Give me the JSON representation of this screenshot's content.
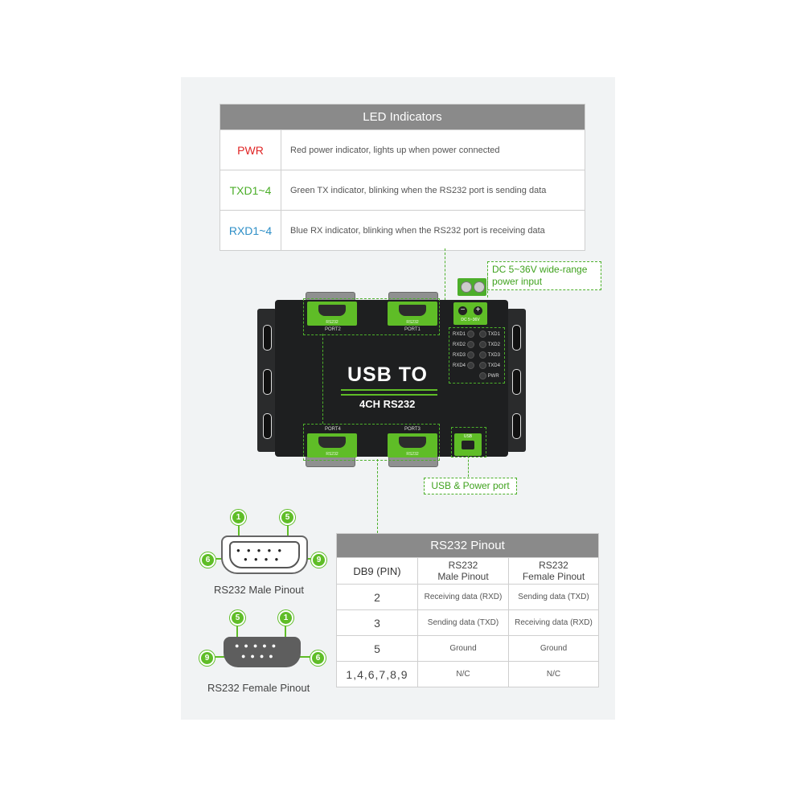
{
  "colors": {
    "pwr": "#e02424",
    "txd": "#4cae2a",
    "rxd": "#2e8fc7",
    "accent": "#5fbd27"
  },
  "led_table": {
    "title": "LED  Indicators",
    "rows": [
      {
        "key": "PWR",
        "desc": "Red power indicator, lights up when power connected"
      },
      {
        "key": "TXD1~4",
        "desc": "Green TX indicator, blinking when the RS232 port is sending data"
      },
      {
        "key": "RXD1~4",
        "desc": "Blue RX indicator, blinking when the RS232 port is receiving data"
      }
    ]
  },
  "device": {
    "title_main": "USB TO",
    "title_sub": "4CH RS232",
    "ports": {
      "p1": "PORT1",
      "p2": "PORT2",
      "p3": "PORT3",
      "p4": "PORT4",
      "connector": "RS232",
      "usb": "USB"
    },
    "power_label": "DC 5~36V",
    "leds_left": [
      "RXD1",
      "RXD2",
      "RXD3",
      "RXD4"
    ],
    "leds_right": [
      "TXD1",
      "TXD2",
      "TXD3",
      "TXD4",
      "PWR"
    ]
  },
  "callouts": {
    "power_line1": "DC 5~36V wide-range",
    "power_line2": "power input",
    "usb": "USB & Power port"
  },
  "pinouts": {
    "male": {
      "caption": "RS232 Male Pinout",
      "top_left": "1",
      "top_right": "5",
      "left": "6",
      "right": "9"
    },
    "female": {
      "caption": "RS232 Female Pinout",
      "top_left": "5",
      "top_right": "1",
      "left": "9",
      "right": "6"
    }
  },
  "pin_table": {
    "title": "RS232 Pinout",
    "headers": [
      "DB9 (PIN)",
      "RS232\nMale Pinout",
      "RS232\nFemale Pinout"
    ],
    "header_col2_line1": "RS232",
    "header_col2_line2": "Male Pinout",
    "header_col3_line1": "RS232",
    "header_col3_line2": "Female Pinout",
    "header_col1": "DB9 (PIN)",
    "rows": [
      {
        "pin": "2",
        "male": "Receiving data (RXD)",
        "female": "Sending data (TXD)"
      },
      {
        "pin": "3",
        "male": "Sending data (TXD)",
        "female": "Receiving data (RXD)"
      },
      {
        "pin": "5",
        "male": "Ground",
        "female": "Ground"
      },
      {
        "pin": "1,4,6,7,8,9",
        "male": "N/C",
        "female": "N/C"
      }
    ]
  }
}
